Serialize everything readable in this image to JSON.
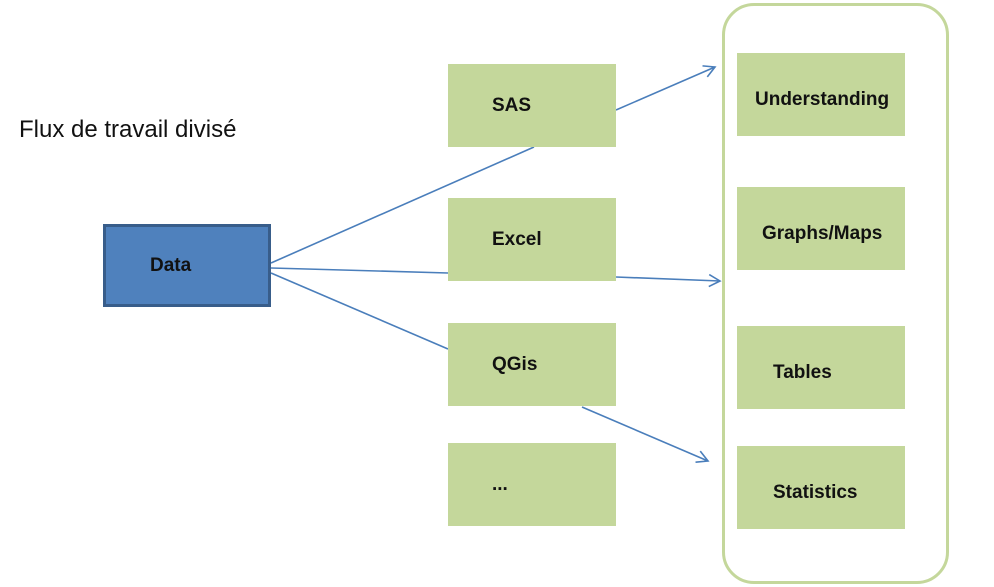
{
  "title": "Flux de travail divisé",
  "source": {
    "label": "Data"
  },
  "tools": [
    {
      "label": "SAS"
    },
    {
      "label": "Excel"
    },
    {
      "label": "QGis"
    },
    {
      "label": "..."
    }
  ],
  "outputs": [
    {
      "label": "Understanding"
    },
    {
      "label": "Graphs/Maps"
    },
    {
      "label": "Tables"
    },
    {
      "label": "Statistics"
    }
  ],
  "colors": {
    "source_fill": "#4f81bd",
    "source_border": "#385d8a",
    "box_fill": "#c4d79b",
    "arrow": "#4a7ebb"
  }
}
